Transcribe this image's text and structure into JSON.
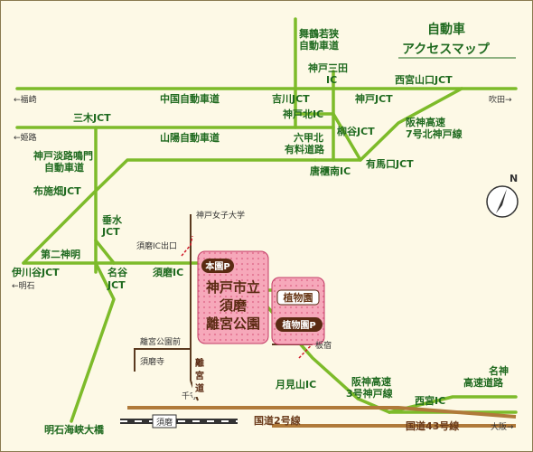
{
  "title": {
    "line1": "自動車",
    "line2": "アクセスマップ"
  },
  "compass": "N",
  "expressways": {
    "chugoku": "中国自動車道",
    "sanyo": "山陽自動車道",
    "maizuru": [
      "舞鶴若狭",
      "自動車道"
    ],
    "awaji": [
      "神戸淡路鳴門",
      "自動車道"
    ],
    "hanshin7": [
      "阪神高速",
      "7号北神戸線"
    ],
    "rokko": [
      "六甲北",
      "有料道路"
    ],
    "dainishinmei": "第二神明",
    "hanshin3": [
      "阪神高速",
      "3号神戸線"
    ],
    "meishin": [
      "名神",
      "高速道路"
    ],
    "route2": "国道2号線",
    "route43": "国道43号線",
    "akashi_bridge": "明石海峡大橋"
  },
  "junctions": {
    "kobe_sanda": [
      "神戸三田",
      "IC"
    ],
    "nishinomiya_yamaguchi": "西宮山口JCT",
    "yoshikawa": "吉川JCT",
    "kobe_jct": "神戸JCT",
    "kobe_kita": "神戸北IC",
    "miki": "三木JCT",
    "yanagitani": "柳谷JCT",
    "karatonishi": "唐櫃南IC",
    "arima": "有馬口JCT",
    "fusehata": "布施畑JCT",
    "tarumi": [
      "垂水",
      "JCT"
    ],
    "ikawadani": "伊川谷JCT",
    "myodani": [
      "名谷",
      "JCT"
    ],
    "suma_ic": "須磨IC",
    "suma_ic_exit": "須磨IC出口",
    "tsukimiyama": "月見山IC",
    "nishinomiya_ic": "西宮IC"
  },
  "directions": {
    "fukusaki": "←福崎",
    "himeji": "←姫路",
    "akashi": "←明石",
    "suita": "吹田→",
    "osaka": "大阪→"
  },
  "local": {
    "kobe_womens": "神戸女子大学",
    "rikyu_mae": "離宮公園前",
    "sumadera": "須磨寺",
    "itayado": "板宿",
    "senju": "千守",
    "suma_station": "須磨",
    "rikyu_road": [
      "離",
      "宮",
      "道"
    ]
  },
  "park": {
    "name": [
      "神戸市立",
      "須磨",
      "離宮公園"
    ],
    "honen_parking": "本園P",
    "botanical": "植物園",
    "botanical_parking": "植物園P"
  },
  "colors": {
    "expressway": "#7dbb2a",
    "park_fill": "#f4a0b4",
    "label_green": "#1f6a1f",
    "label_brown": "#6a3a1a"
  }
}
